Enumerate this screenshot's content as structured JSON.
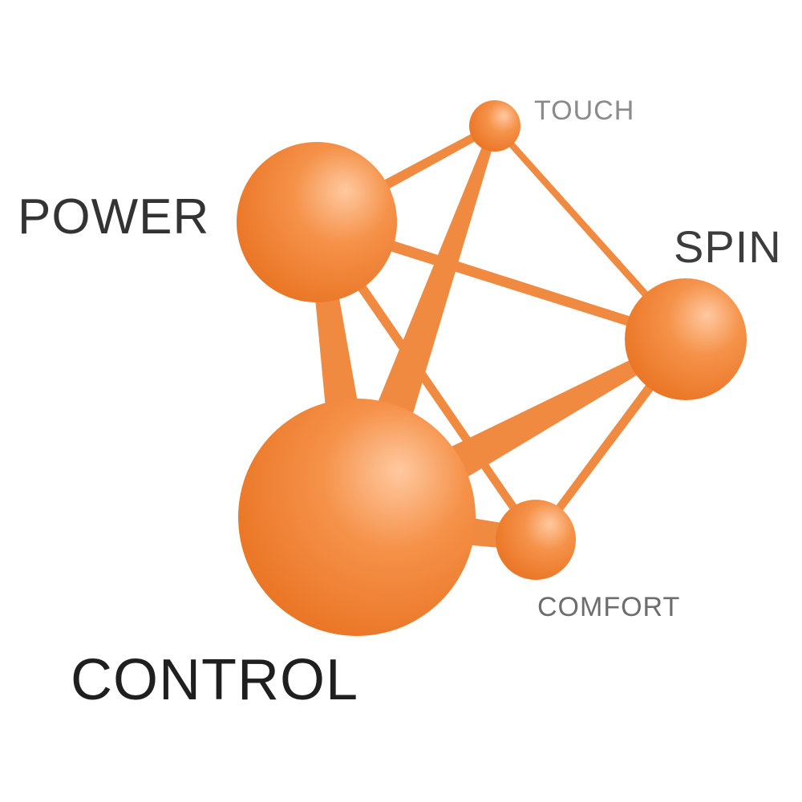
{
  "diagram": {
    "nodes": [
      {
        "id": "power",
        "label": "POWER"
      },
      {
        "id": "touch",
        "label": "TOUCH"
      },
      {
        "id": "spin",
        "label": "SPIN"
      },
      {
        "id": "control",
        "label": "CONTROL"
      },
      {
        "id": "comfort",
        "label": "COMFORT"
      }
    ],
    "edges": [
      {
        "from": "power",
        "to": "touch"
      },
      {
        "from": "power",
        "to": "spin"
      },
      {
        "from": "power",
        "to": "control"
      },
      {
        "from": "power",
        "to": "comfort"
      },
      {
        "from": "touch",
        "to": "spin"
      },
      {
        "from": "touch",
        "to": "control"
      },
      {
        "from": "spin",
        "to": "control"
      },
      {
        "from": "spin",
        "to": "comfort"
      },
      {
        "from": "control",
        "to": "comfort"
      }
    ],
    "colors": {
      "node_highlight": "#ffc9a0",
      "node_mid": "#f5924a",
      "node_shadow": "#e8701e",
      "edge": "#f08a40"
    }
  }
}
